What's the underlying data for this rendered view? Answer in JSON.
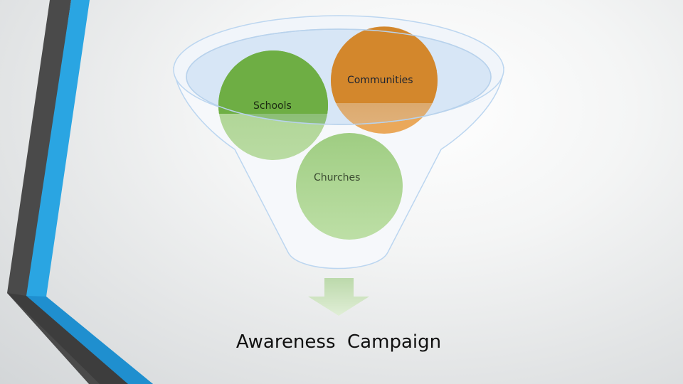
{
  "diagram": {
    "type": "funnel",
    "inputs": [
      {
        "label": "Communities",
        "color": "#d98a2c"
      },
      {
        "label": "Schools",
        "color": "#6fae45"
      },
      {
        "label": "Churches",
        "color": "#a6d18a"
      }
    ],
    "outcome": "Awareness  Campaign",
    "colors": {
      "funnel_rim": "#cfe0f3",
      "funnel_body": "#f5f8fb",
      "arrow": "#cfe4c0",
      "left_bar_dark": "#4d4d4d",
      "left_bar_blue": "#29a3e0"
    }
  }
}
